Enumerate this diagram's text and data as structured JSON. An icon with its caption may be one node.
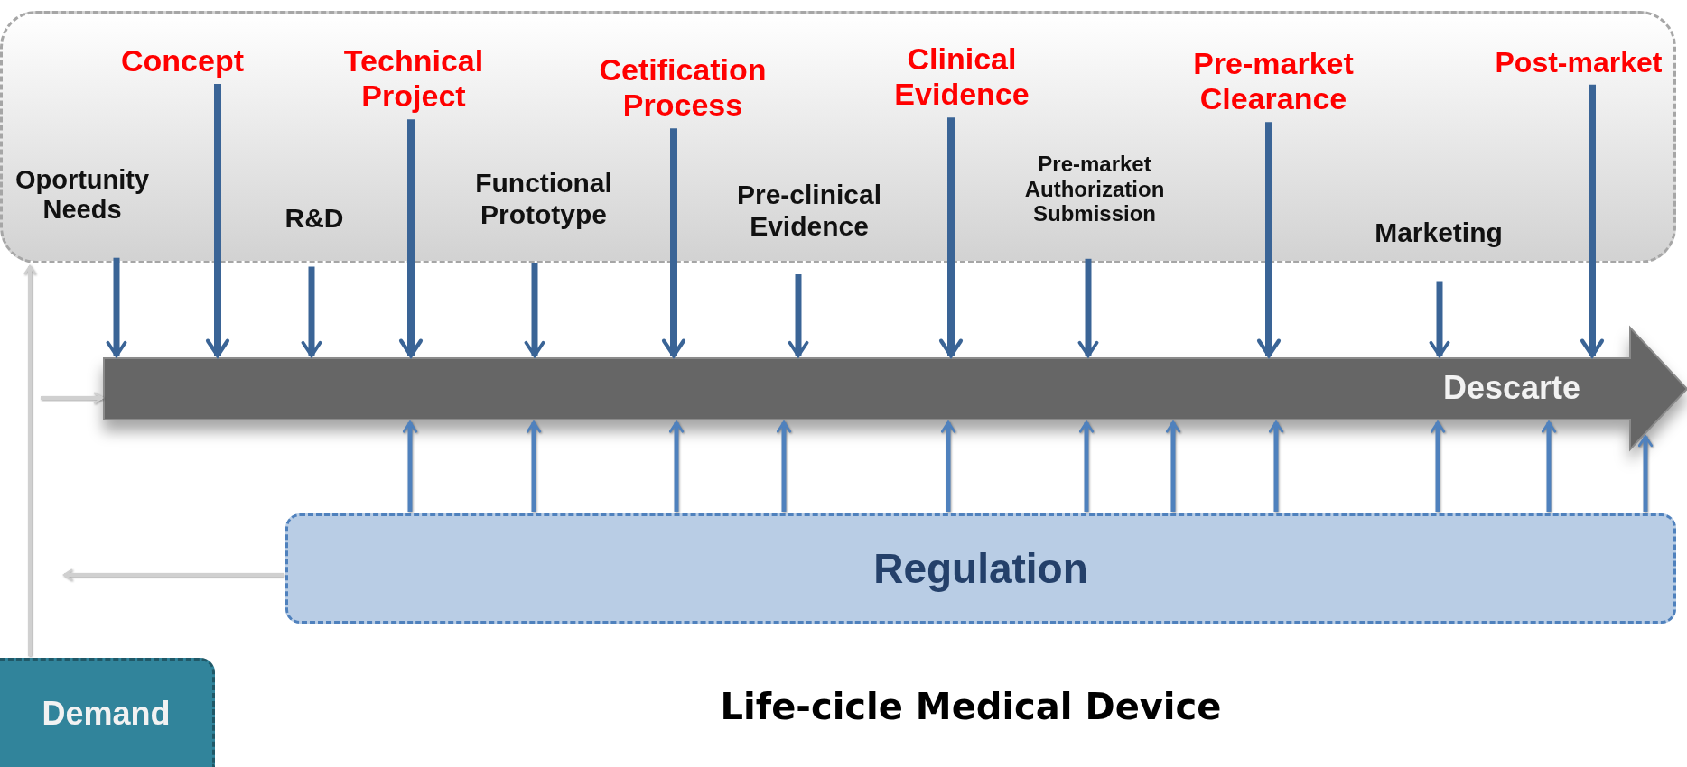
{
  "diagram": {
    "title": "Life-cicle Medical Device",
    "nodes": [
      {
        "text": [],
        "shape": "box"
      },
      {
        "text": [
          "Concept"
        ],
        "in": 0
      },
      {
        "text": [
          "Technical Project"
        ],
        "in": 0
      },
      {
        "text": [
          "Cetification Process"
        ],
        "in": 0
      },
      {
        "text": [
          "Clinical Evidence"
        ],
        "in": 0
      },
      {
        "text": [
          "Pre-market Clearance"
        ],
        "in": 0
      },
      {
        "text": [
          "Post-market"
        ],
        "in": 0
      },
      {
        "text": [
          "Oportunity Needs"
        ],
        "in": 0
      },
      {
        "text": [
          "R&D"
        ],
        "in": 0
      },
      {
        "text": [
          "Functional Prototype"
        ],
        "in": 0
      },
      {
        "text": [
          "Pre-clinical Evidence"
        ],
        "in": 0
      },
      {
        "text": [
          "Pre-market Authorization Submission"
        ],
        "in": 0
      },
      {
        "text": [
          "Marketing"
        ],
        "in": 0
      },
      {
        "text": [
          "Descarte"
        ]
      },
      {
        "text": [
          "Regulation"
        ]
      },
      {
        "text": [
          "Demand"
        ]
      }
    ],
    "edges": [
      {
        "from": 1,
        "to": 13,
        "arrow": "to"
      },
      {
        "from": 2,
        "to": 13,
        "arrow": "to"
      },
      {
        "from": 3,
        "to": 13,
        "arrow": "to"
      },
      {
        "from": 4,
        "to": 13,
        "arrow": "to"
      },
      {
        "from": 5,
        "to": 13,
        "arrow": "to"
      },
      {
        "from": 6,
        "to": 13,
        "arrow": "to"
      },
      {
        "from": 7,
        "to": 13,
        "arrow": "to"
      },
      {
        "from": 8,
        "to": 13,
        "arrow": "to"
      },
      {
        "from": 9,
        "to": 13,
        "arrow": "to"
      },
      {
        "from": 10,
        "to": 13,
        "arrow": "to"
      },
      {
        "from": 11,
        "to": 13,
        "arrow": "to"
      },
      {
        "from": 12,
        "to": 13,
        "arrow": "to"
      },
      {
        "from": 14,
        "to": 13,
        "arrow": "to",
        "color": "#4f81bd"
      },
      {
        "from": 14,
        "to": 13,
        "arrow": "to",
        "color": "#4f81bd"
      },
      {
        "from": 14,
        "to": 13,
        "arrow": "to",
        "color": "#4f81bd"
      },
      {
        "from": 14,
        "to": 13,
        "arrow": "to",
        "color": "#4f81bd"
      },
      {
        "from": 14,
        "to": 13,
        "arrow": "to",
        "color": "#4f81bd"
      },
      {
        "from": 14,
        "to": 13,
        "arrow": "to",
        "color": "#4f81bd"
      },
      {
        "from": 14,
        "to": 13,
        "arrow": "to",
        "color": "#4f81bd"
      },
      {
        "from": 14,
        "to": 13,
        "arrow": "to",
        "color": "#4f81bd"
      },
      {
        "from": 14,
        "to": 13,
        "arrow": "to",
        "color": "#4f81bd"
      },
      {
        "from": 14,
        "to": 13,
        "arrow": "to",
        "color": "#4f81bd"
      },
      {
        "from": 14,
        "to": 13,
        "arrow": "to",
        "color": "#4f81bd"
      },
      {
        "from": 15,
        "to": 0,
        "arrow": "to",
        "color": "#d0d0d0"
      },
      {
        "from": null,
        "to": 13,
        "arrow": "to",
        "color": "#d0d0d0"
      },
      {
        "from": 14,
        "to": null,
        "arrow": "to",
        "color": "#d0d0d0"
      }
    ]
  }
}
